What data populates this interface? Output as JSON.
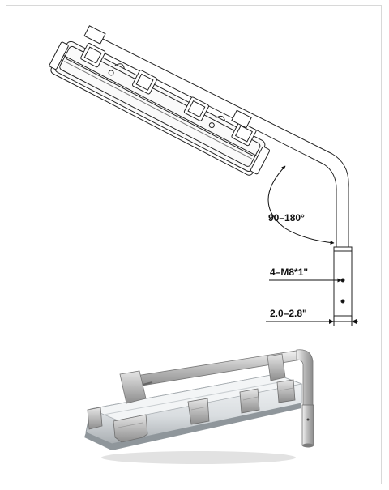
{
  "dimensions": {
    "angle": "90–180°",
    "bolt": "4–M8*1\"",
    "diameter": "2.0–2.8\""
  }
}
